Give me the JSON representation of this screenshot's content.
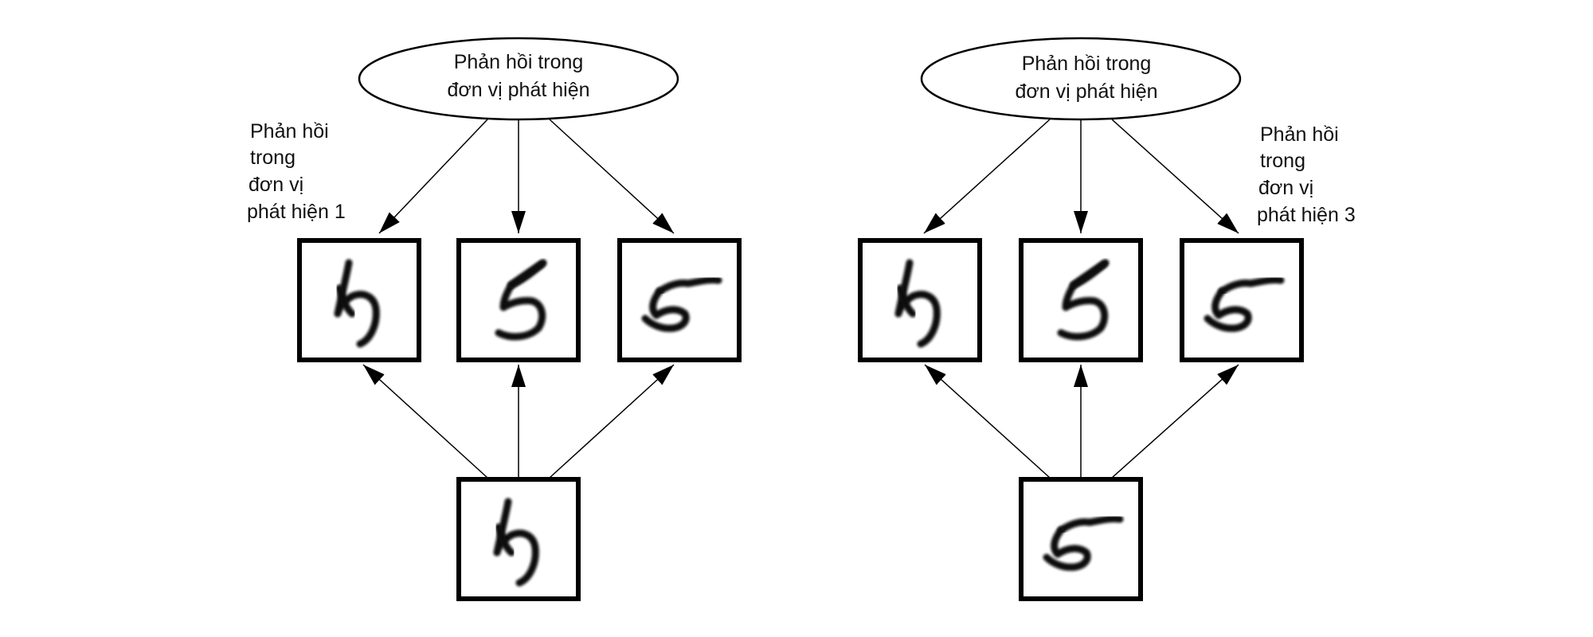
{
  "left_panel": {
    "summary_node": {
      "line1": "Phản hồi trong",
      "line2": "đơn vị phát hiện"
    },
    "side_label": [
      "Phản hồi",
      "trong",
      "đơn vị",
      "phát hiện 1"
    ],
    "candidates": [
      {
        "glyph": "digit-6-like-5"
      },
      {
        "glyph": "digit-5"
      },
      {
        "glyph": "digit-5-flat"
      }
    ],
    "input": {
      "glyph": "digit-6-like-5"
    }
  },
  "right_panel": {
    "summary_node": {
      "line1": "Phản hồi trong",
      "line2": "đơn vị phát hiện"
    },
    "side_label": [
      "Phản hồi",
      "trong",
      "đơn vị",
      "phát hiện 3"
    ],
    "candidates": [
      {
        "glyph": "digit-6-like-5"
      },
      {
        "glyph": "digit-5"
      },
      {
        "glyph": "digit-5-flat"
      }
    ],
    "input": {
      "glyph": "digit-5-flat"
    }
  },
  "colors": {
    "ink": "#000000",
    "background": "#ffffff"
  }
}
